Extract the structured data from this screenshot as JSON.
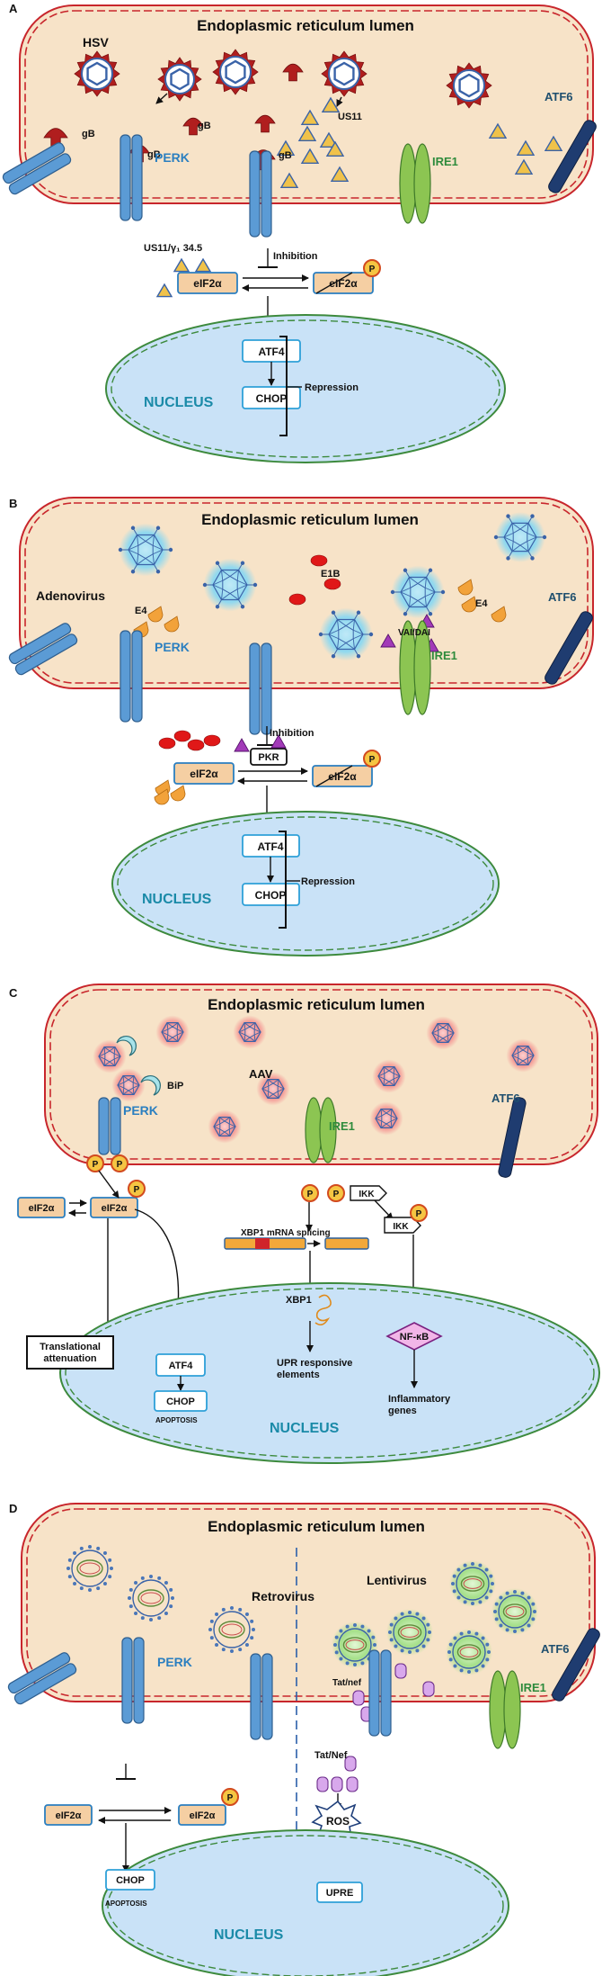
{
  "panels": {
    "A": {
      "letter": "A",
      "er_title": "Endoplasmic reticulum lumen",
      "virus": "HSV",
      "gb": "gB",
      "us11": "US11",
      "perk": "PERK",
      "ire1": "IRE1",
      "atf6": "ATF6",
      "inhibitor": "US11/γ₁ 34.5",
      "inhibition": "Inhibition",
      "eif2a": "eIF2α",
      "p": "P",
      "atf4": "ATF4",
      "chop": "CHOP",
      "repression": "Repression",
      "nucleus": "NUCLEUS"
    },
    "B": {
      "letter": "B",
      "er_title": "Endoplasmic reticulum lumen",
      "virus": "Adenovirus",
      "e1b": "E1B",
      "e4": "E4",
      "vai": "VAI/DAI",
      "perk": "PERK",
      "ire1": "IRE1",
      "atf6": "ATF6",
      "inhibition": "Inhibition",
      "pkr": "PKR",
      "eif2a": "eIF2α",
      "p": "P",
      "atf4": "ATF4",
      "chop": "CHOP",
      "repression": "Repression",
      "nucleus": "NUCLEUS"
    },
    "C": {
      "letter": "C",
      "er_title": "Endoplasmic reticulum lumen",
      "virus": "AAV",
      "bip": "BiP",
      "perk": "PERK",
      "ire1": "IRE1",
      "atf6": "ATF6",
      "ikk": "IKK",
      "eif2a": "eIF2α",
      "p": "P",
      "xbp1_splicing": "XBP1 mRNA splicing",
      "xbp1": "XBP1",
      "upr_elements": "UPR responsive elements",
      "nfkb": "NF-κB",
      "inflammatory": "Inflammatory genes",
      "translational": "Translational attenuation",
      "atf4": "ATF4",
      "chop": "CHOP",
      "apoptosis": "APOPTOSIS",
      "nucleus": "NUCLEUS"
    },
    "D": {
      "letter": "D",
      "er_title": "Endoplasmic reticulum lumen",
      "retrovirus": "Retrovirus",
      "lentivirus": "Lentivirus",
      "perk": "PERK",
      "ire1": "IRE1",
      "atf6": "ATF6",
      "tatnef_small": "Tat/nef",
      "tatnef": "Tat/Nef",
      "ros": "ROS",
      "eif2a": "eIF2α",
      "p": "P",
      "chop": "CHOP",
      "upre": "UPRE",
      "apoptosis": "APOPTOSIS",
      "nucleus": "NUCLEUS"
    }
  },
  "colors": {
    "er_fill": "#f7e3c8",
    "er_border": "#c8262c",
    "nucleus_fill": "#c9e2f7",
    "nucleus_border": "#3d8a3d",
    "receptor_blue": "#5b9bd5",
    "ire1_green": "#8cc552",
    "atf6_navy": "#1f3c70",
    "eif_fill": "#f5cfa3",
    "nuc_box_border": "#2ea0d8",
    "label_blue": "#2b7fc0",
    "label_green": "#2e8b3c",
    "nucleus_text": "#1a8aa8",
    "p_fill": "#f5c542",
    "p_ring": "#d24a1e",
    "triangle_fill": "#f0c24a",
    "triangle_edge": "#3a63a8",
    "gb_red": "#b01e1e",
    "e1b_red": "#e01818",
    "e4_orange": "#f2a23a",
    "vai_purple": "#a23ab8",
    "adeno_glow": "#7fd3ec",
    "aav_glow": "#f26b6b",
    "nfkb_pink": "#f2b6e8",
    "lenti_glow": "#a5e08a",
    "tatnef_purple": "#d8a8ec"
  }
}
